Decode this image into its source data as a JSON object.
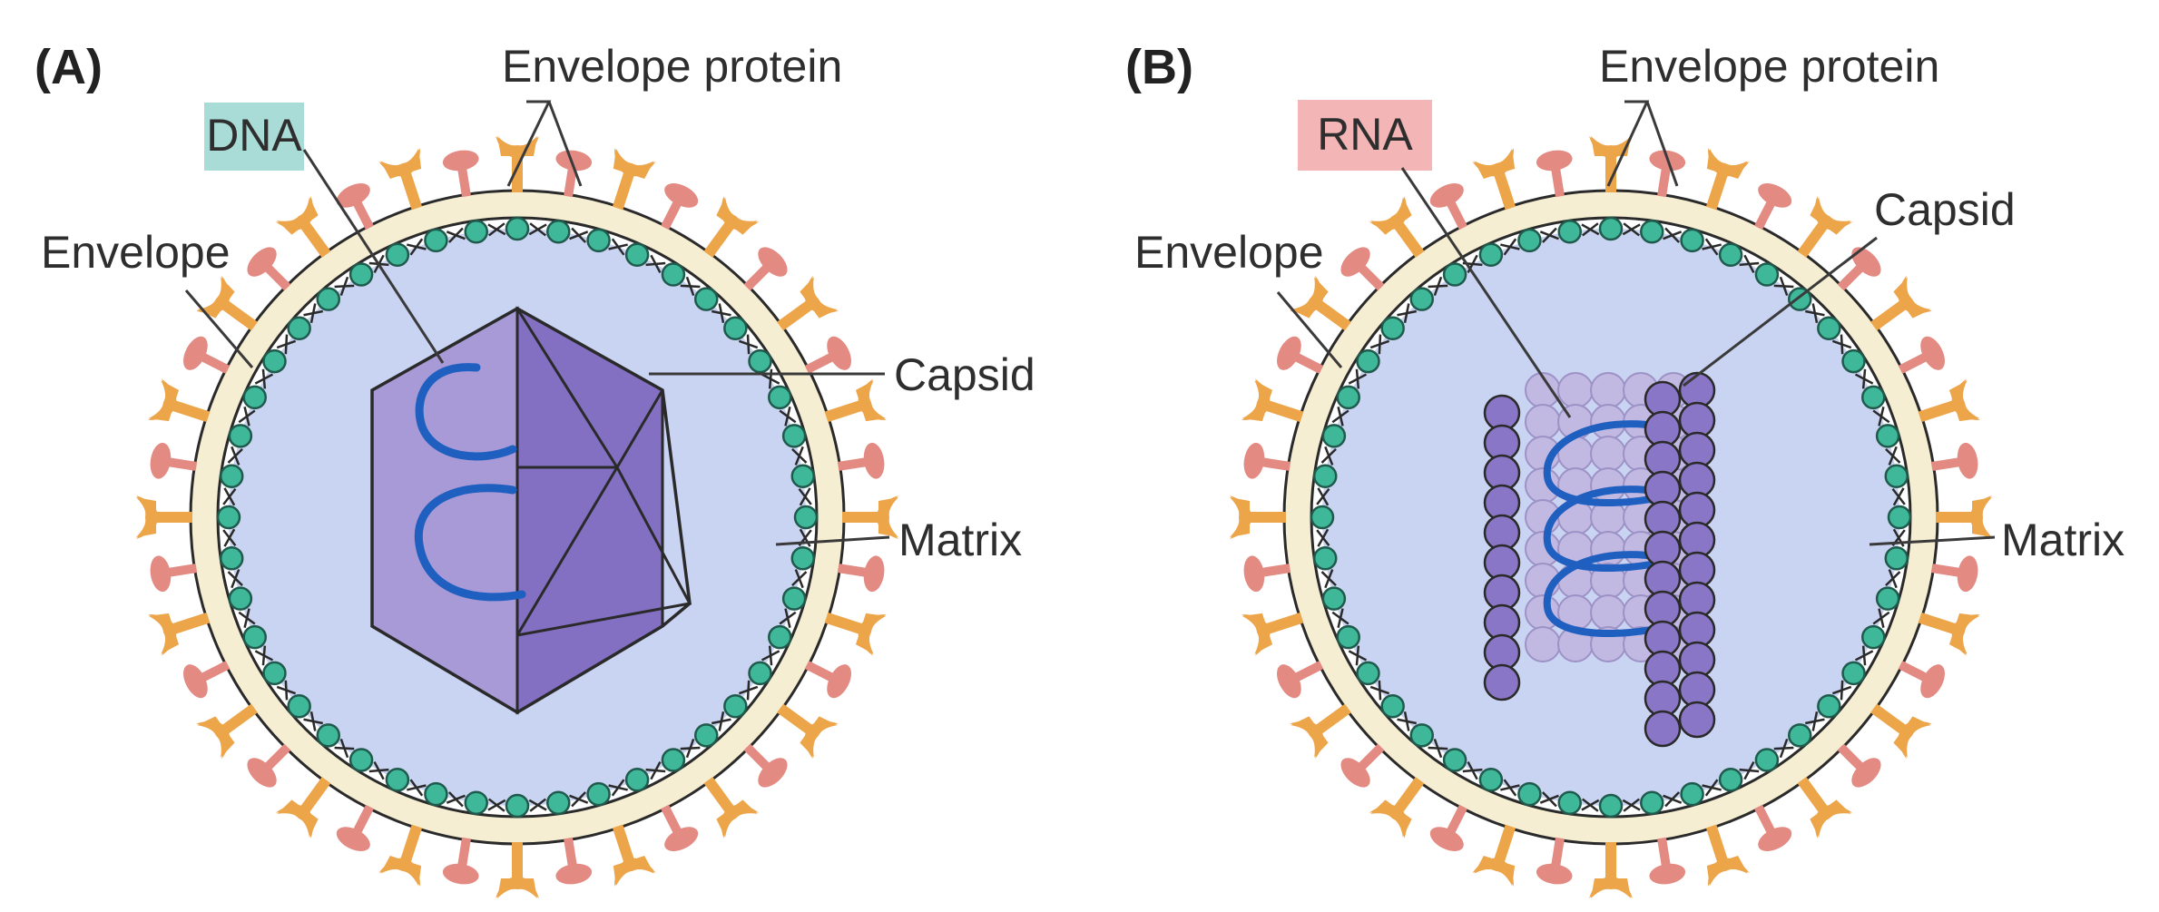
{
  "panels": [
    {
      "tag": "(A)",
      "genome": "DNA",
      "labels": {
        "envelope_protein": "Envelope protein",
        "envelope": "Envelope",
        "capsid": "Capsid",
        "matrix": "Matrix"
      }
    },
    {
      "tag": "(B)",
      "genome": "RNA",
      "labels": {
        "envelope_protein": "Envelope protein",
        "envelope": "Envelope",
        "capsid": "Capsid",
        "matrix": "Matrix"
      }
    }
  ],
  "colors": {
    "interior": "#c9d3f2",
    "membrane": "#f6eed2",
    "membrane_line": "#2a2a2a",
    "matrix_dot": "#3fb89a",
    "spike_orange": "#eda54a",
    "spike_pink": "#e38a82",
    "capsid_light": "#a79ad6",
    "capsid_dark": "#8370c2",
    "capsid_subunit": "#8a76c6",
    "capsid_subunit_faded": "#c2b9e2",
    "nucleic_acid": "#1f5fc0",
    "dna_box": "#a9dcd6",
    "rna_box": "#f3b5b5"
  }
}
